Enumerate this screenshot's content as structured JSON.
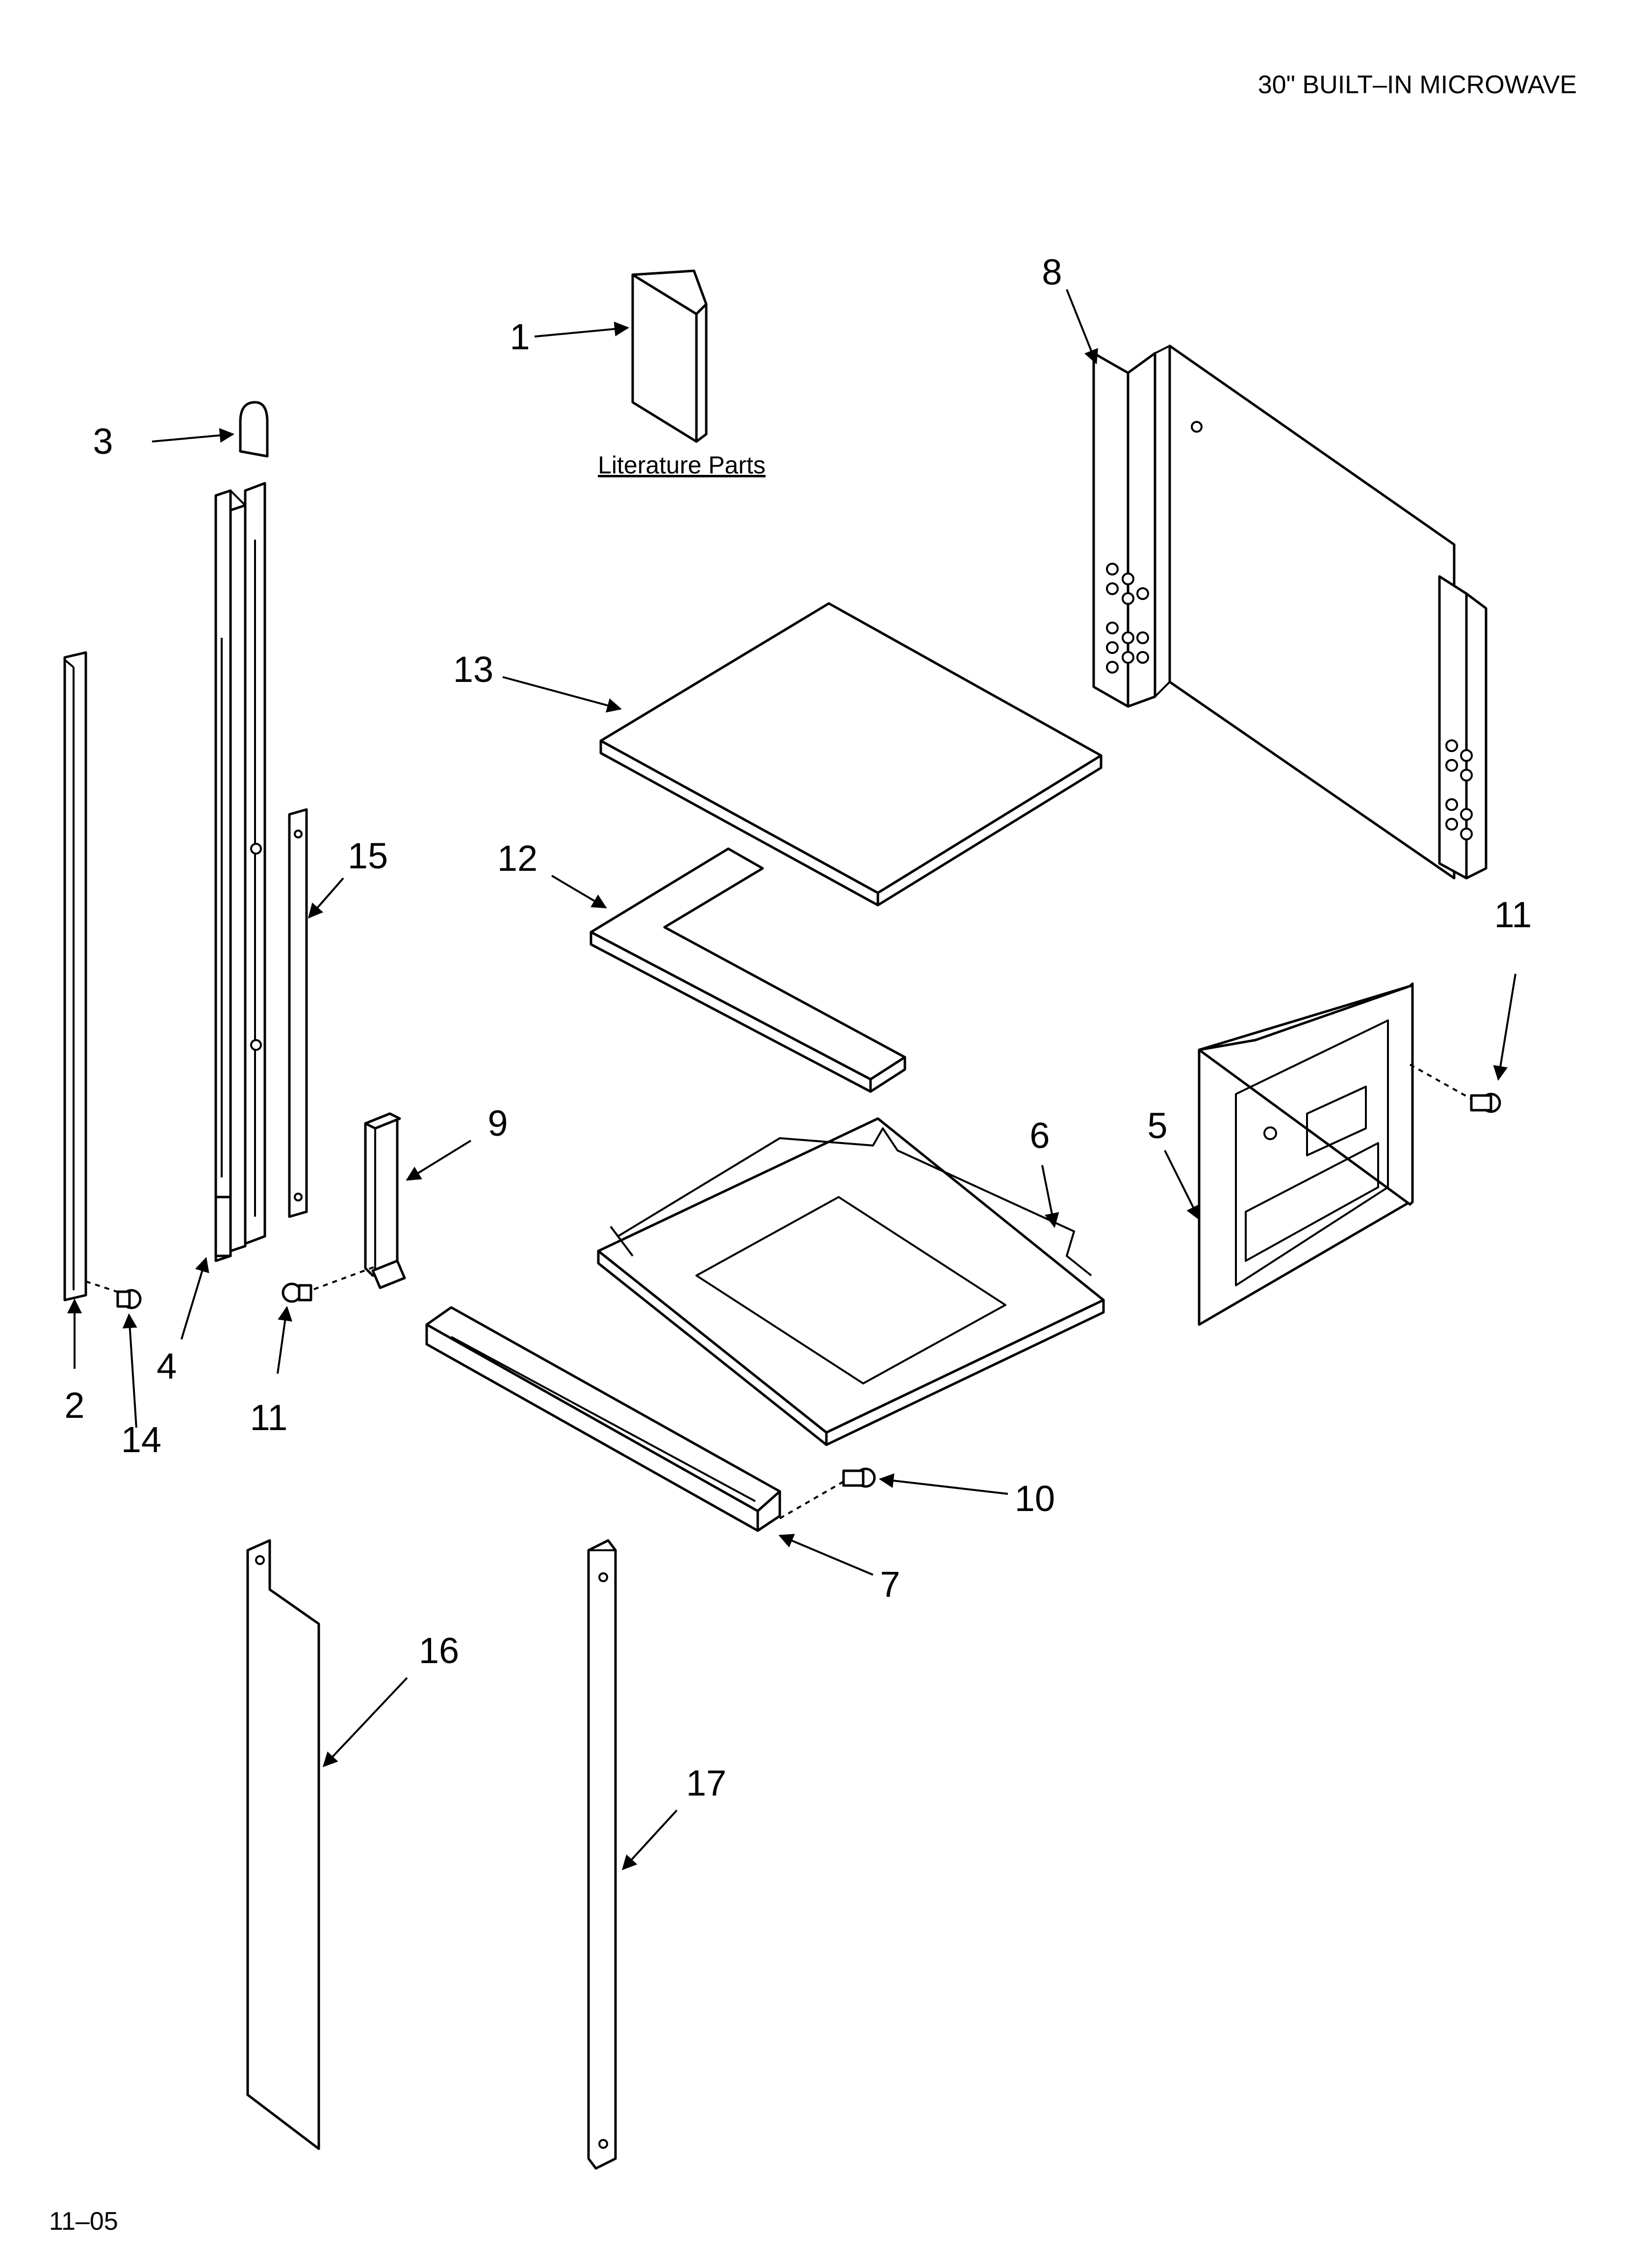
{
  "header": {
    "title": "30\" BUILT–IN MICROWAVE"
  },
  "footer": {
    "date_code": "11–05"
  },
  "literature_label": "Literature Parts",
  "callouts": {
    "c1": "1",
    "c2": "2",
    "c3": "3",
    "c4": "4",
    "c5": "5",
    "c6": "6",
    "c7": "7",
    "c8": "8",
    "c9": "9",
    "c10": "10",
    "c11a": "11",
    "c11b": "11",
    "c12": "12",
    "c13": "13",
    "c14": "14",
    "c15": "15",
    "c16": "16",
    "c17": "17"
  }
}
